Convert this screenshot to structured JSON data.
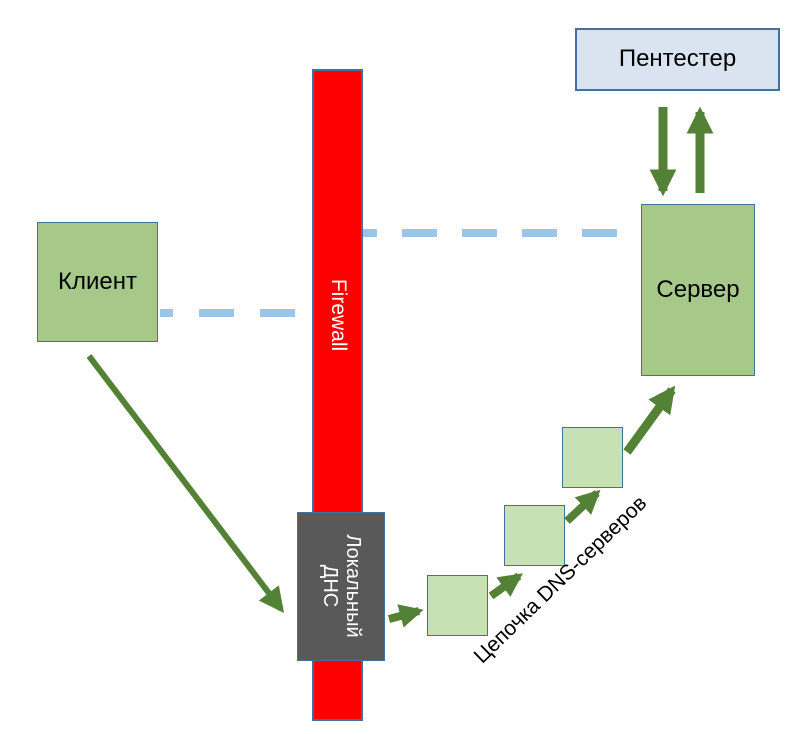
{
  "diagram": {
    "title": "DNS tunneling / pentest network diagram",
    "nodes": {
      "pentester": {
        "label": "Пентестер"
      },
      "client": {
        "label": "Клиент"
      },
      "server": {
        "label": "Сервер"
      },
      "firewall": {
        "label": "Firewall"
      },
      "local_dns": {
        "label_line1": "Локальный",
        "label_line2": "ДНС"
      },
      "dns_chain": {
        "label": "Цепочка DNS-серверов",
        "box_count": 3
      }
    },
    "colors": {
      "node_green": "#a6c98a",
      "chain_green": "#c7e0b4",
      "pentester_blue": "#dae3f0",
      "firewall_red": "#ff0000",
      "dns_gray": "#595959",
      "arrow_green": "#538135",
      "dashed_blue": "#9dc3e6",
      "border_blue": "#41719c",
      "text_light": "#ffffff",
      "text_dark": "#000000"
    }
  }
}
